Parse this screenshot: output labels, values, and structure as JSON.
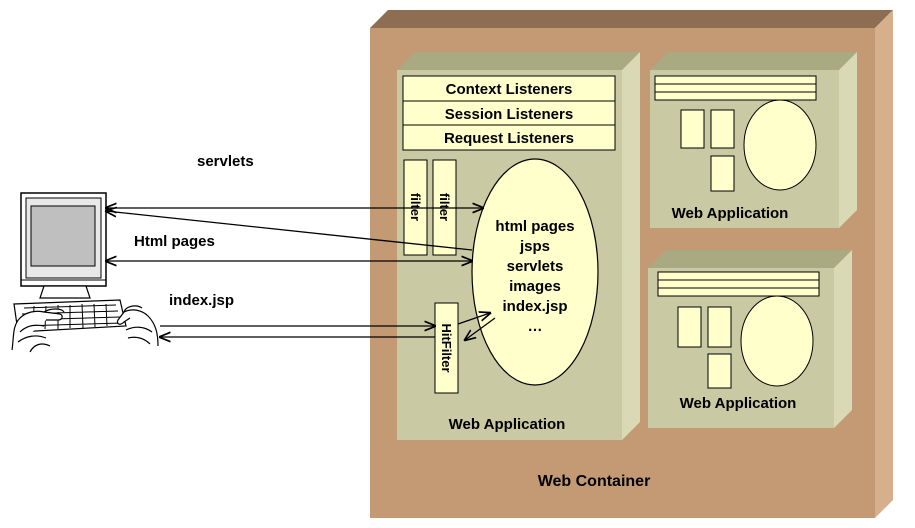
{
  "labels": {
    "servlets": "servlets",
    "html_pages": "Html pages",
    "index_jsp": "index.jsp",
    "web_container": "Web Container"
  },
  "main_app": {
    "listeners": [
      "Context Listeners",
      "Session Listeners",
      "Request Listeners"
    ],
    "filters": [
      "filter",
      "filter"
    ],
    "hit_filter": "HitFilter",
    "resources": [
      "html pages",
      "jsps",
      "servlets",
      "images",
      "index.jsp",
      "…"
    ],
    "label": "Web Application"
  },
  "other_apps": [
    {
      "label": "Web Application"
    },
    {
      "label": "Web Application"
    }
  ],
  "colors": {
    "container_front": "#C39A73",
    "container_top": "#8E6E52",
    "container_side": "#D6B08C",
    "app_front": "#C9C9A4",
    "app_top": "#A9A982",
    "app_side": "#D9D9B6",
    "box_fill": "#FFFFCC",
    "ellipse_fill": "#FFFFCC"
  }
}
